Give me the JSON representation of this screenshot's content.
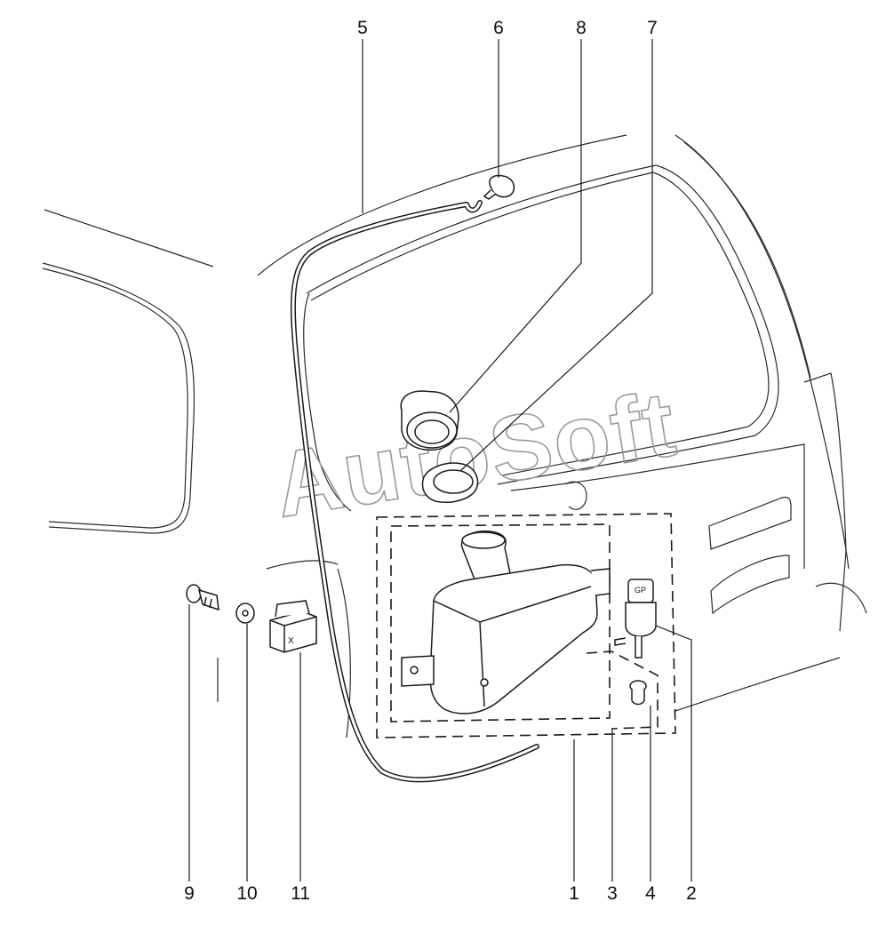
{
  "watermark": "AutoSoft",
  "callouts": [
    {
      "id": "5",
      "label": "5",
      "part": "washer-hose"
    },
    {
      "id": "6",
      "label": "6",
      "part": "washer-nozzle"
    },
    {
      "id": "8",
      "label": "8",
      "part": "filler-neck-grommet"
    },
    {
      "id": "7",
      "label": "7",
      "part": "grommet-ring"
    },
    {
      "id": "9",
      "label": "9",
      "part": "mounting-bolt"
    },
    {
      "id": "10",
      "label": "10",
      "part": "washer"
    },
    {
      "id": "11",
      "label": "11",
      "part": "mounting-clip"
    },
    {
      "id": "1",
      "label": "1",
      "part": "washer-reservoir-assembly"
    },
    {
      "id": "3",
      "label": "3",
      "part": "pump-grommet"
    },
    {
      "id": "4",
      "label": "4",
      "part": "strainer"
    },
    {
      "id": "2",
      "label": "2",
      "part": "washer-pump"
    }
  ]
}
